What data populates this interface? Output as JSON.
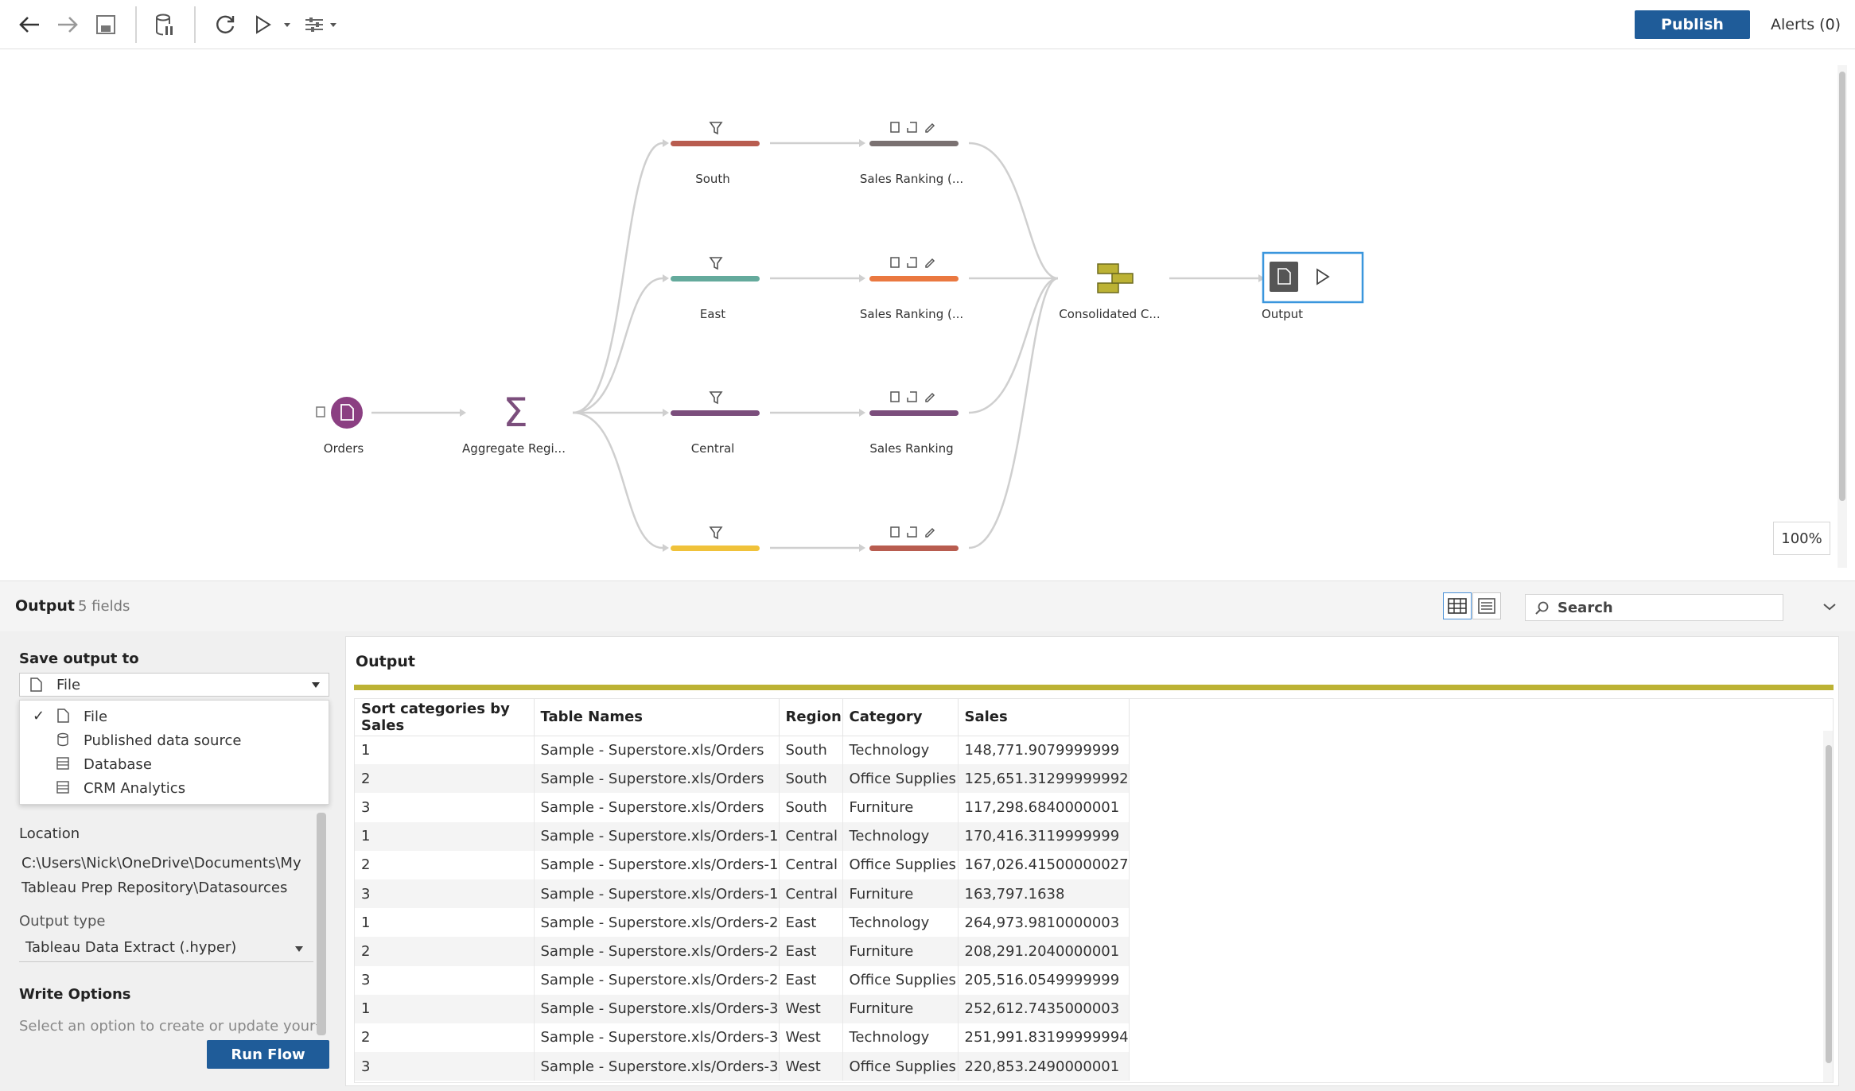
{
  "toolbar": {
    "publish_label": "Publish",
    "alerts_label": "Alerts (0)"
  },
  "canvas": {
    "zoom": "100%",
    "nodes": {
      "orders": "Orders",
      "aggregate": "Aggregate Regi...",
      "south": "South",
      "east": "East",
      "central": "Central",
      "rank_south": "Sales Ranking (...",
      "rank_east": "Sales Ranking (...",
      "rank_central": "Sales Ranking",
      "union": "Consolidated C...",
      "output": "Output"
    },
    "colors": {
      "south": "#b85c4f",
      "east": "#64aa9c",
      "central": "#7b4e7c",
      "west": "#f0c23a",
      "rank_south": "#7a7171",
      "rank_east": "#ea7840",
      "rank_central": "#7b4e7c",
      "rank_west": "#b85c4f",
      "orders": "#8b3f82",
      "aggregate": "#7b4e7c",
      "union": "#bcb234",
      "output_border": "#3a96dd"
    }
  },
  "pane": {
    "title": "Output",
    "fields": "5 fields",
    "search_placeholder": "Search"
  },
  "settings": {
    "save_output_to": "Save output to",
    "selected": "File",
    "menu": [
      "File",
      "Published data source",
      "Database",
      "CRM Analytics"
    ],
    "location_label": "Location",
    "location_value": "C:\\Users\\Nick\\OneDrive\\Documents\\My Tableau Prep Repository\\Datasources",
    "output_type_label": "Output type",
    "output_type_value": "Tableau Data Extract (.hyper)",
    "write_options_label": "Write Options",
    "write_options_value": "Select an option to create or update your",
    "run_flow_label": "Run Flow"
  },
  "output": {
    "heading": "Output",
    "columns": [
      "Sort categories by Sales",
      "Table Names",
      "Region",
      "Category",
      "Sales"
    ],
    "rows": [
      [
        "1",
        "Sample - Superstore.xls/Orders",
        "South",
        "Technology",
        "148,771.9079999999"
      ],
      [
        "2",
        "Sample - Superstore.xls/Orders",
        "South",
        "Office Supplies",
        "125,651.31299999992"
      ],
      [
        "3",
        "Sample - Superstore.xls/Orders",
        "South",
        "Furniture",
        "117,298.6840000001"
      ],
      [
        "1",
        "Sample - Superstore.xls/Orders-1",
        "Central",
        "Technology",
        "170,416.3119999999"
      ],
      [
        "2",
        "Sample - Superstore.xls/Orders-1",
        "Central",
        "Office Supplies",
        "167,026.41500000027"
      ],
      [
        "3",
        "Sample - Superstore.xls/Orders-1",
        "Central",
        "Furniture",
        "163,797.1638"
      ],
      [
        "1",
        "Sample - Superstore.xls/Orders-2",
        "East",
        "Technology",
        "264,973.9810000003"
      ],
      [
        "2",
        "Sample - Superstore.xls/Orders-2",
        "East",
        "Furniture",
        "208,291.2040000001"
      ],
      [
        "3",
        "Sample - Superstore.xls/Orders-2",
        "East",
        "Office Supplies",
        "205,516.0549999999"
      ],
      [
        "1",
        "Sample - Superstore.xls/Orders-3",
        "West",
        "Furniture",
        "252,612.7435000003"
      ],
      [
        "2",
        "Sample - Superstore.xls/Orders-3",
        "West",
        "Technology",
        "251,991.83199999994"
      ],
      [
        "3",
        "Sample - Superstore.xls/Orders-3",
        "West",
        "Office Supplies",
        "220,853.2490000001"
      ]
    ]
  }
}
